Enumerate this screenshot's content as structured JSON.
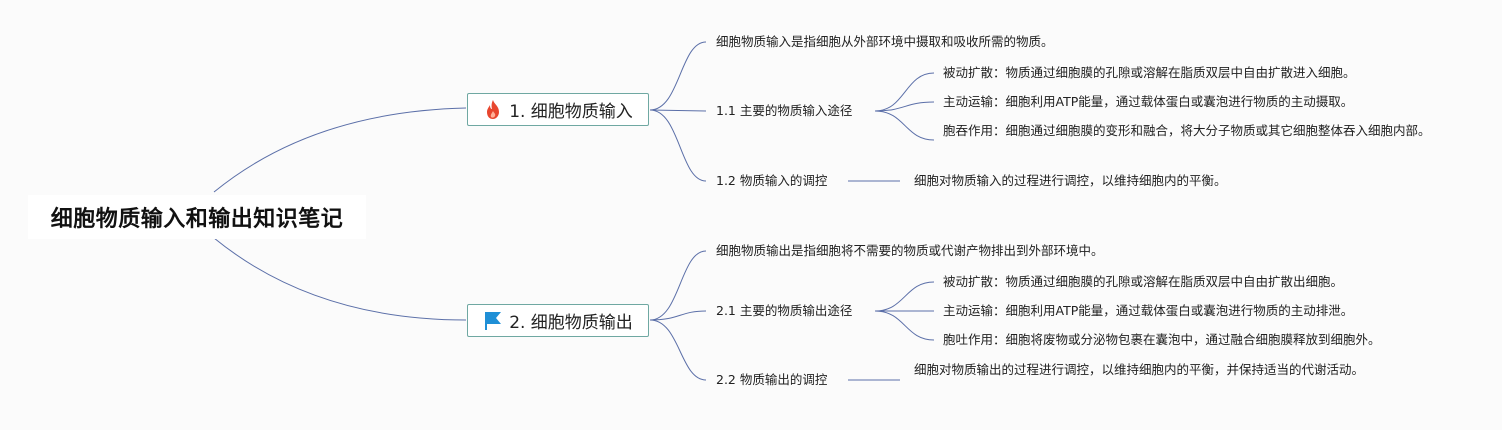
{
  "root": {
    "title": "细胞物质输入和输出知识笔记"
  },
  "branches": [
    {
      "label": "1. 细胞物质输入",
      "icon": "fire-icon",
      "definition": "细胞物质输入是指细胞从外部环境中摄取和吸收所需的物质。",
      "subtopics": [
        {
          "label": "1.1 主要的物质输入途径",
          "items": [
            "被动扩散：物质通过细胞膜的孔隙或溶解在脂质双层中自由扩散进入细胞。",
            "主动运输：细胞利用ATP能量，通过载体蛋白或囊泡进行物质的主动摄取。",
            "胞吞作用：细胞通过细胞膜的变形和融合，将大分子物质或其它细胞整体吞入细胞内部。"
          ]
        },
        {
          "label": "1.2 物质输入的调控",
          "items": [
            "细胞对物质输入的过程进行调控，以维持细胞内的平衡。"
          ]
        }
      ]
    },
    {
      "label": "2. 细胞物质输出",
      "icon": "flag-icon",
      "definition": "细胞物质输出是指细胞将不需要的物质或代谢产物排出到外部环境中。",
      "subtopics": [
        {
          "label": "2.1 主要的物质输出途径",
          "items": [
            "被动扩散：物质通过细胞膜的孔隙或溶解在脂质双层中自由扩散出细胞。",
            "主动运输：细胞利用ATP能量，通过载体蛋白或囊泡进行物质的主动排泄。",
            "胞吐作用：细胞将废物或分泌物包裹在囊泡中，通过融合细胞膜释放到细胞外。"
          ]
        },
        {
          "label": "2.2 物质输出的调控",
          "items": [
            "细胞对物质输出的过程进行调控，以维持细胞内的平衡，并保持适当的代谢活动。"
          ]
        }
      ]
    }
  ],
  "colors": {
    "line": "#5b6fa8",
    "branch_border": "#6fa8a2",
    "background": "#fbfbfb",
    "fire": "#e8462e",
    "flag": "#1f8fd6"
  }
}
